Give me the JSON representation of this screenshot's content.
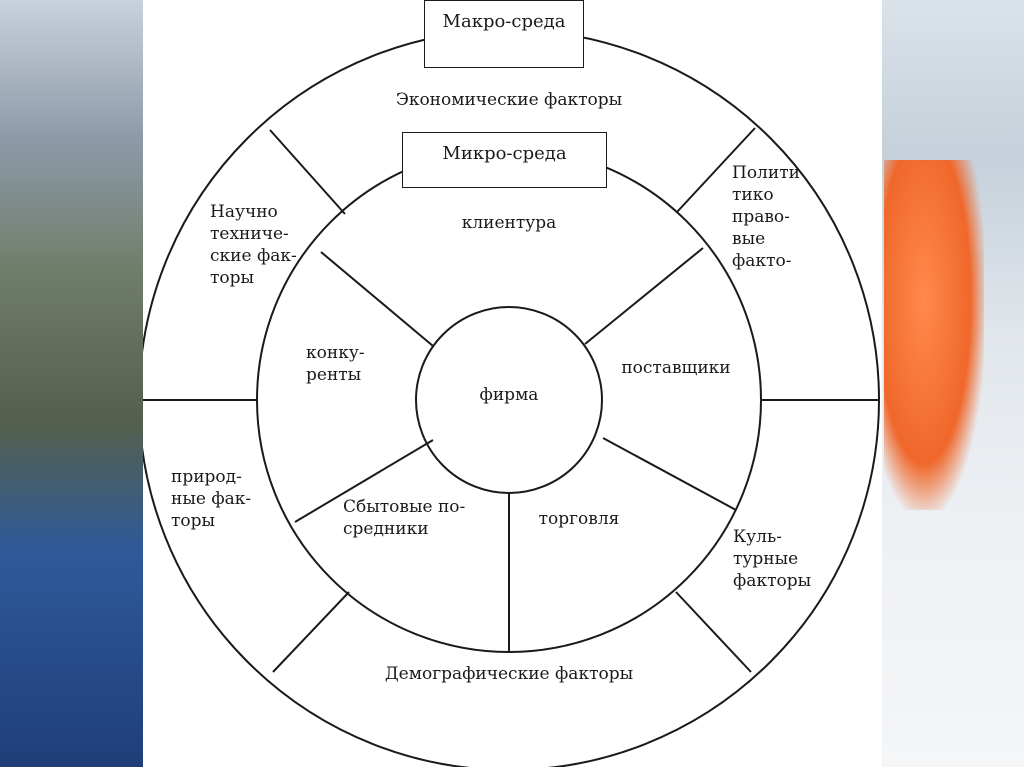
{
  "macro_box": "Макро-среда",
  "micro_box": "Микро-среда",
  "center": "фирма",
  "outer_ring": {
    "economic": "Экономические факторы",
    "political": "Полити\nтико\nправо-\nвые\nфакто-",
    "scientific": "Научно\nтехниче-\nские фак-\nторы",
    "natural": "природ-\nные фак-\nторы",
    "cultural": "Куль-\nтурные\nфакторы",
    "demographic": "Демографические факторы"
  },
  "inner_ring": {
    "clients": "клиентура",
    "suppliers": "поставщики",
    "competitors": "конку-\nренты",
    "intermediaries": "Сбытовые по-\nсредники",
    "trade": "торговля"
  }
}
